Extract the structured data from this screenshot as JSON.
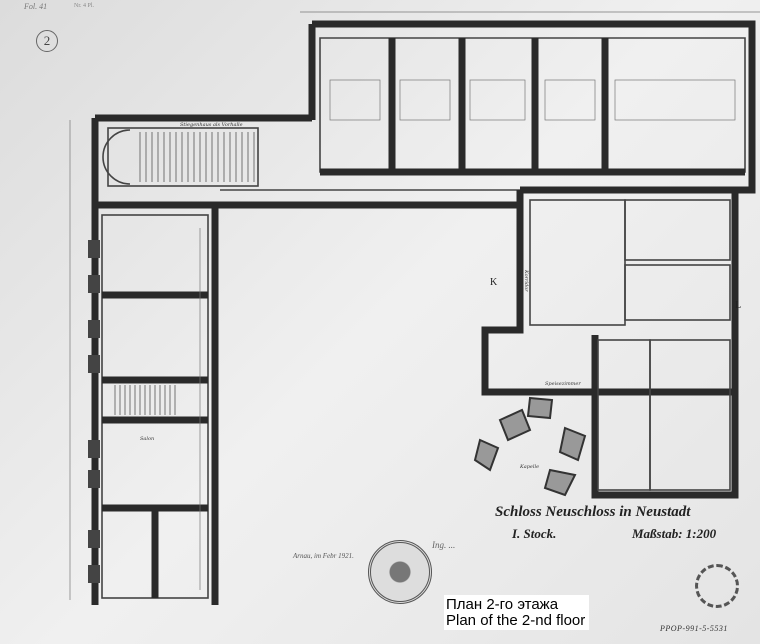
{
  "sheet": {
    "sheet_number": "2",
    "corner_note": "Fol. 41",
    "corner_note_2": "Nr. 4 Pl.",
    "title": "Schloss Neuschloss in Neustadt",
    "floor": "I. Stock.",
    "scale": "Maßstab: 1:200",
    "place_date": "Arnau, im Febr 1921.",
    "signature": "Ing. ...",
    "section_mark_k": "K",
    "section_mark_l": "L",
    "archive_code": "PPOP-991-5-5531"
  },
  "rooms": {
    "staircase_corridor": "Stiegenhaus als Vorhalle",
    "chapel": "Kapelle",
    "dining": "Speisezimmer",
    "salon": "Salon",
    "corridor": "Korridor"
  },
  "caption": {
    "line1": "План 2-го этажа",
    "line2": "Plan of the 2-nd floor"
  }
}
